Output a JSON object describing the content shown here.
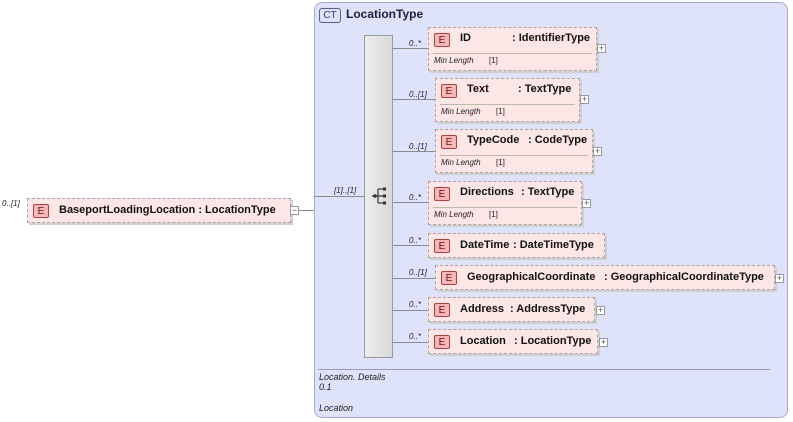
{
  "root": {
    "cardinality": "0..[1]",
    "badge": "E",
    "label": "BaseportLoadingLocation : LocationType",
    "collapse_symbol": "−"
  },
  "complex_type": {
    "badge": "CT",
    "title": "LocationType",
    "sequence_cardinality": "[1]..[1]"
  },
  "children": [
    {
      "cardinality": "0..*",
      "badge": "E",
      "name": "ID",
      "type": ": IdentifierType",
      "facet_label": "Min Length",
      "facet_value": "[1]"
    },
    {
      "cardinality": "0..[1]",
      "badge": "E",
      "name": "Text",
      "type": ": TextType",
      "facet_label": "Min Length",
      "facet_value": "[1]"
    },
    {
      "cardinality": "0..[1]",
      "badge": "E",
      "name": "TypeCode",
      "type": ": CodeType",
      "facet_label": "Min Length",
      "facet_value": "[1]"
    },
    {
      "cardinality": "0..*",
      "badge": "E",
      "name": "Directions",
      "type": ": TextType",
      "facet_label": "Min Length",
      "facet_value": "[1]"
    },
    {
      "cardinality": "0..*",
      "badge": "E",
      "name": "DateTime",
      "type": ": DateTimeType"
    },
    {
      "cardinality": "0..[1]",
      "badge": "E",
      "name": "GeographicalCoordinate",
      "type": ": GeographicalCoordinateType"
    },
    {
      "cardinality": "0..*",
      "badge": "E",
      "name": "Address",
      "type": ": AddressType"
    },
    {
      "cardinality": "0..*",
      "badge": "E",
      "name": "Location",
      "type": ": LocationType"
    }
  ],
  "expand_symbol": "+",
  "footer": {
    "line1": "Location. Details",
    "line2": "0.1",
    "line3": "Location"
  }
}
